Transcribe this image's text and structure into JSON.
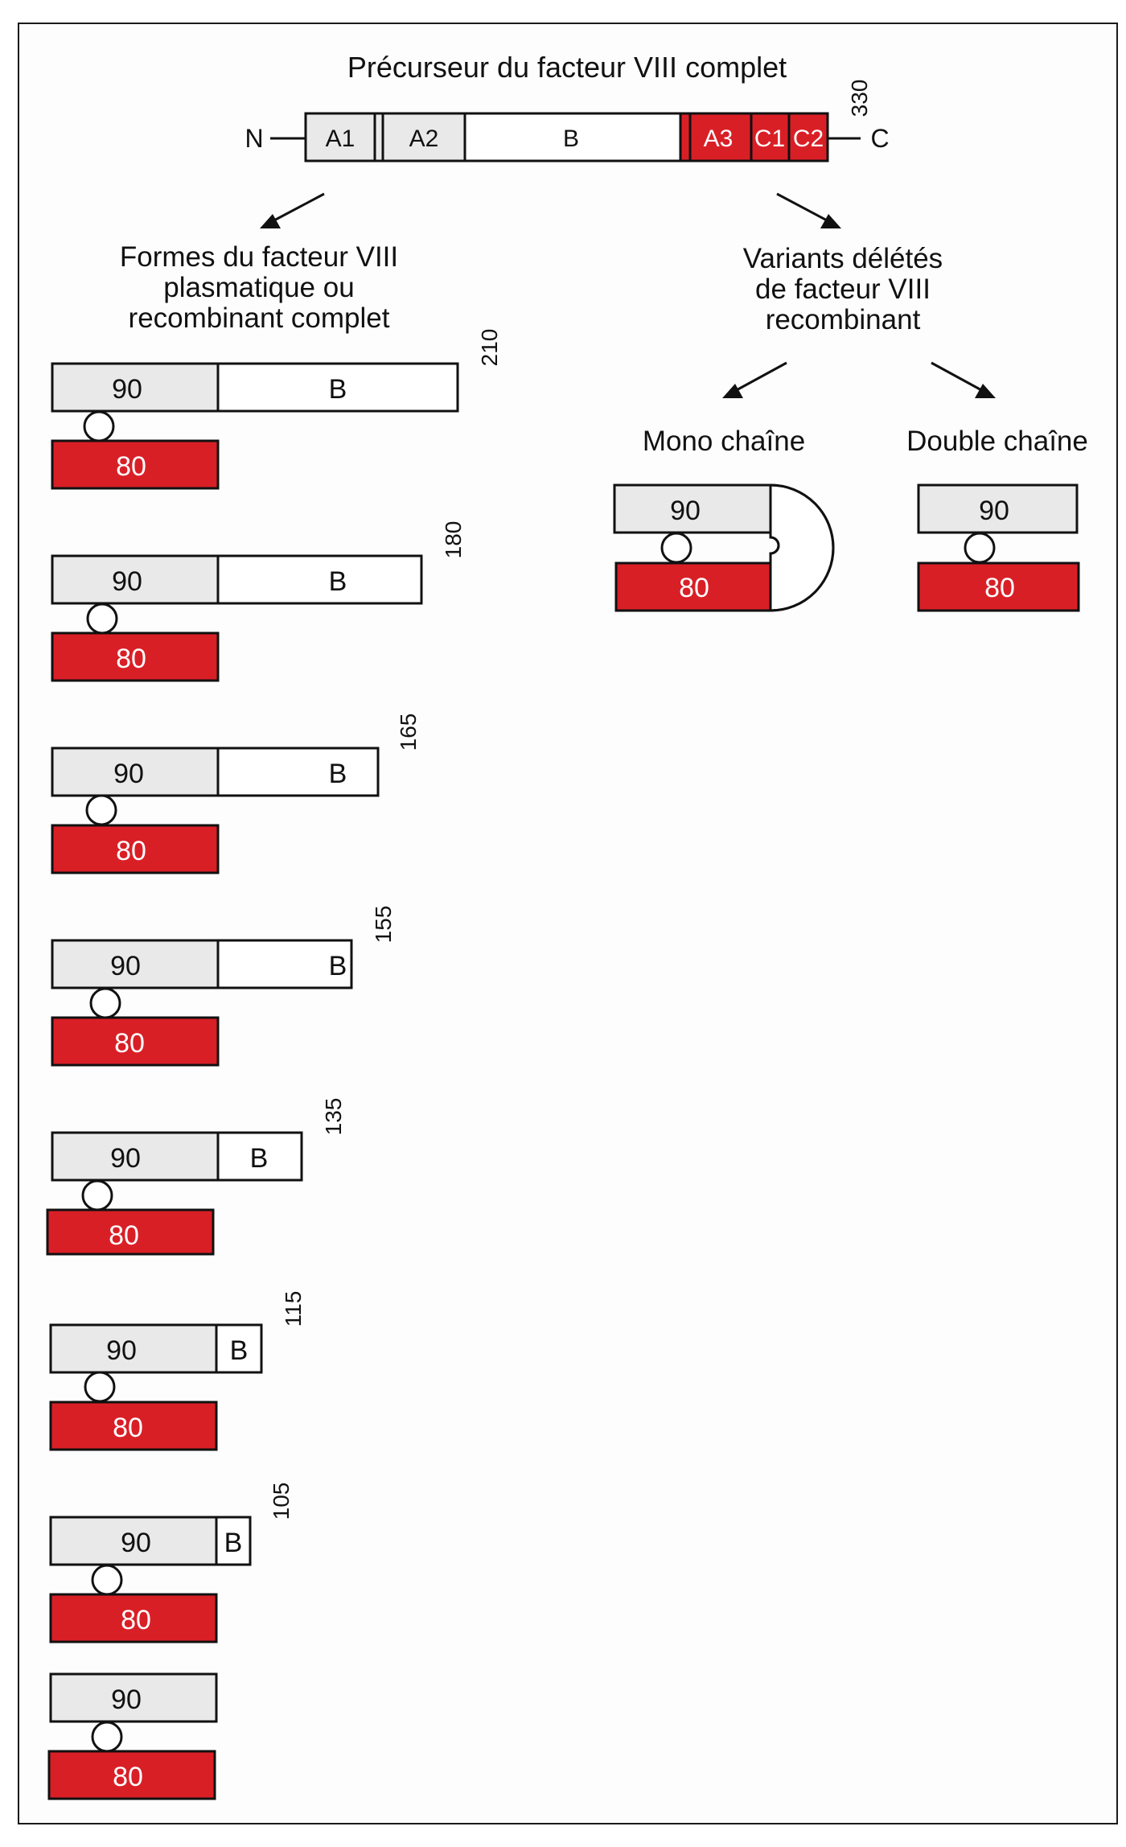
{
  "precursor": {
    "title": "Précurseur du facteur VIII complet",
    "n_term": "N",
    "c_term": "C",
    "mass": "330",
    "domains": {
      "a1": "A1",
      "a2": "A2",
      "b": "B",
      "a3": "A3",
      "c1": "C1",
      "c2": "C2"
    }
  },
  "left_group": {
    "title_lines": [
      "Formes du facteur VIII",
      "plasmatique ou",
      "recombinant complet"
    ],
    "forms": [
      {
        "mass": "210",
        "heavy": "90",
        "b": "B",
        "light": "80"
      },
      {
        "mass": "180",
        "heavy": "90",
        "b": "B",
        "light": "80"
      },
      {
        "mass": "165",
        "heavy": "90",
        "b": "B",
        "light": "80"
      },
      {
        "mass": "155",
        "heavy": "90",
        "b": "B",
        "light": "80"
      },
      {
        "mass": "135",
        "heavy": "90",
        "b": "B",
        "light": "80"
      },
      {
        "mass": "115",
        "heavy": "90",
        "b": "B",
        "light": "80"
      },
      {
        "mass": "105",
        "heavy": "90",
        "b": "B",
        "light": "80"
      },
      {
        "mass": "",
        "heavy": "90",
        "b": "",
        "light": "80"
      }
    ]
  },
  "right_group": {
    "title_lines": [
      "Variants délétés",
      "de facteur VIII",
      "recombinant"
    ],
    "mono": {
      "label": "Mono chaîne",
      "heavy": "90",
      "light": "80"
    },
    "double": {
      "label": "Double chaîne",
      "heavy": "90",
      "light": "80"
    }
  },
  "colors": {
    "red": "#d91f26",
    "grey": "#e9e9e9",
    "white": "#ffffff",
    "line": "#111111"
  }
}
